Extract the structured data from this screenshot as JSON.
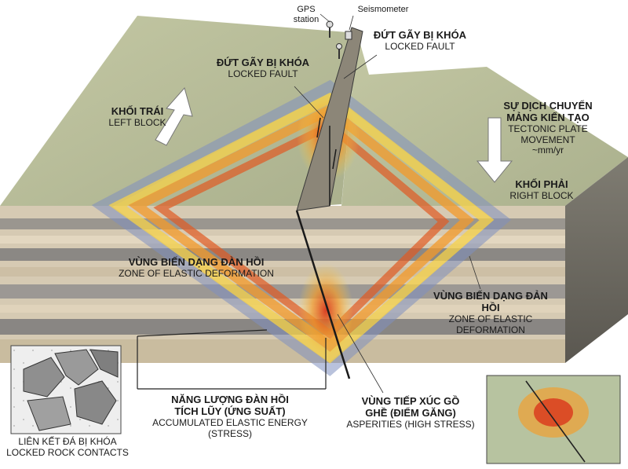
{
  "labels": {
    "gps_station": "GPS\nstation",
    "seismometer": "Seismometer",
    "locked_fault_top_vi": "ĐỨT GÃY BỊ KHÓA",
    "locked_fault_top_en": "LOCKED FAULT",
    "locked_fault_mid_vi": "ĐỨT GÃY BỊ KHÓA",
    "locked_fault_mid_en": "LOCKED FAULT",
    "left_block_vi": "KHỐI TRÁI",
    "left_block_en": "LEFT BLOCK",
    "plate_movement_vi": "SỰ DỊCH CHUYỂN MẢNG KIẾN TẠO",
    "plate_movement_en": "TECTONIC PLATE MOVEMENT",
    "plate_movement_rate": "~mm/yr",
    "right_block_vi": "KHỐI PHẢI",
    "right_block_en": "RIGHT BLOCK",
    "elastic_left_vi": "VÙNG BIẾN DẠNG ĐÀN HỒI",
    "elastic_left_en": "ZONE OF ELASTIC DEFORMATION",
    "elastic_right_vi": "VÙNG BIẾN DẠNG ĐẢN HỒI",
    "elastic_right_en": "ZONE OF ELASTIC DEFORMATION",
    "energy_vi": "NĂNG LƯỢNG ĐÀN HỒI TÍCH LŨY (ỨNG SUẤT)",
    "energy_en": "ACCUMULATED ELASTIC ENERGY (STRESS)",
    "asperities_vi": "VÙNG TIẾP XÚC GỒ GHỀ (ĐIỂM GĂNG)",
    "asperities_en": "ASPERITIES (HIGH STRESS)",
    "rock_contacts_vi": "LIÊN KẾT ĐÁ BỊ KHÓA",
    "rock_contacts_en": "LOCKED ROCK CONTACTS"
  },
  "colors": {
    "terrain": "#b9bd97",
    "terrain_dark": "#9fa584",
    "strata_light": "#d9cdb7",
    "strata_dark": "#8f8c8a",
    "stress_hot": "#d9361c",
    "stress_mid": "#f39a2a",
    "stress_warm": "#f6d24a",
    "stress_cool": "#7f8fbf"
  },
  "icons": [
    "up-arrow-icon",
    "down-arrow-icon",
    "gps-station-icon",
    "seismometer-icon"
  ]
}
